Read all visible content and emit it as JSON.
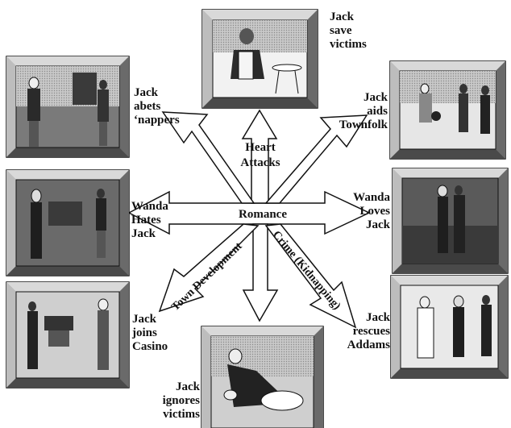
{
  "center_label": "Romance",
  "arrow_labels": {
    "heart_attacks": [
      "Heart",
      "Attacks"
    ],
    "town_development": "Town Development",
    "crime_kidnapping": "Crime (Kidnapping)"
  },
  "captions": {
    "save_victims": [
      "Jack",
      "save",
      "victims"
    ],
    "abets_nappers": [
      "Jack",
      "abets",
      "‘nappers"
    ],
    "aids_townfolk": [
      "Jack",
      "aids",
      "Townfolk"
    ],
    "wanda_hates": [
      "Wanda",
      "Hates",
      "Jack"
    ],
    "wanda_loves": [
      "Wanda",
      "Loves",
      "Jack"
    ],
    "joins_casino": [
      "Jack",
      "joins",
      "Casino"
    ],
    "rescues_addams": [
      "Jack",
      "rescues",
      "Addams"
    ],
    "ignores_victims": [
      "Jack",
      "ignores",
      "victims"
    ]
  },
  "colors": {
    "frame_light": "#d9d9d9",
    "frame_mid": "#9a9a9a",
    "frame_dark": "#4a4a4a",
    "ink": "#111111"
  }
}
